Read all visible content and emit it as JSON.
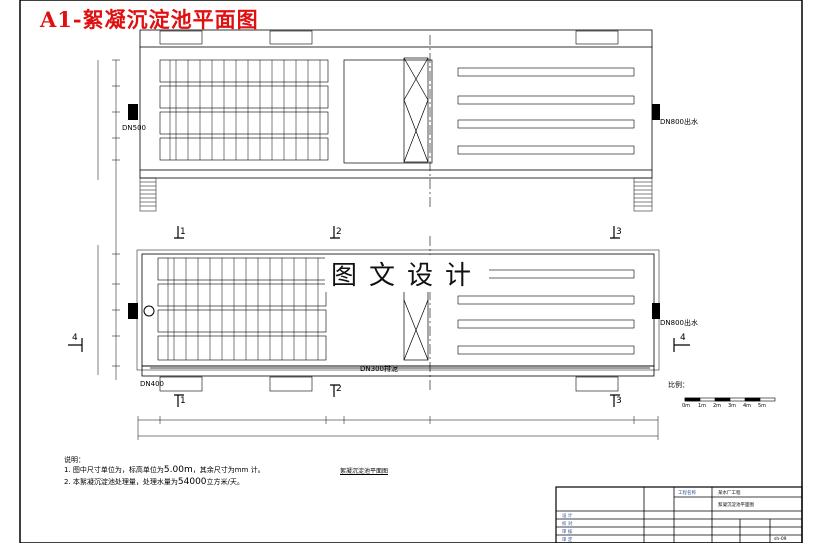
{
  "title": "A1-絮凝沉淀池平面图",
  "watermark": "图文设计",
  "pipe_labels": {
    "top_left_inlet": "DN500",
    "top_right_outlet": "DN800出水",
    "bottom_left_inlet": "DN400",
    "bottom_right_outlet": "DN800出水",
    "bottom_sludge": "DN300排泥"
  },
  "section_marks": [
    "1",
    "2",
    "3",
    "4"
  ],
  "notes": {
    "heading": "说明：",
    "line1_prefix": "1. 图中尺寸单位为，标高单位为",
    "line1_value": "5.00m",
    "line1_suffix": "，其余尺寸为mm 计。",
    "line2_prefix": "2. 本絮凝沉淀池处理量，处理水量为",
    "line2_value": "54000",
    "line2_suffix": "立方米/天。"
  },
  "scale_label": "比例：",
  "scale_ticks": [
    "0m",
    "1m",
    "2m",
    "3m",
    "4m",
    "5m"
  ],
  "plan_caption": "絮凝沉淀池平面图",
  "title_block": {
    "company": "工程名称",
    "project": "某水厂工程",
    "drawing": "絮凝沉淀池平面图",
    "number": "sh-09",
    "rows": [
      "设 计",
      "校 对",
      "审 核",
      "审 定"
    ]
  },
  "colors": {
    "title": "#e01010",
    "line": "#000000",
    "annotation_blue": "#2b4f9f"
  }
}
